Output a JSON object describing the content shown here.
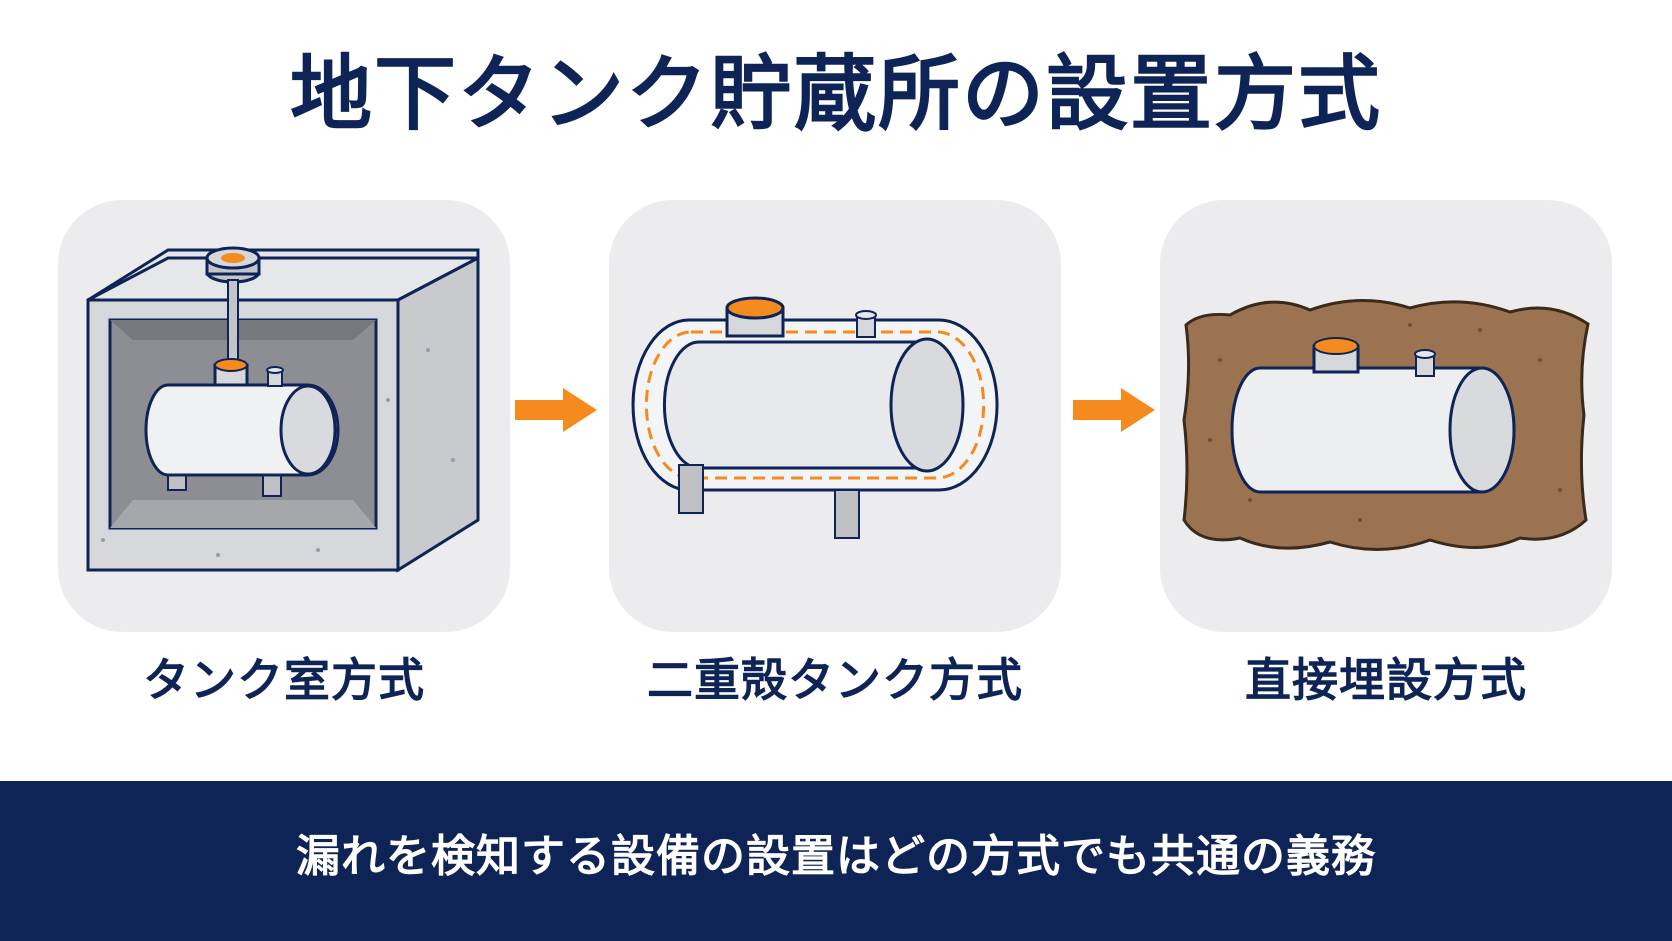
{
  "title": "地下タンク貯蔵所の設置方式",
  "methods": [
    {
      "label": "タンク室方式",
      "icon": "tank-in-concrete-room-icon"
    },
    {
      "label": "二重殻タンク方式",
      "icon": "double-shell-tank-icon"
    },
    {
      "label": "直接埋設方式",
      "icon": "tank-buried-in-soil-icon"
    }
  ],
  "arrow_icon": "right-arrow-icon",
  "footer": {
    "note": "漏れを検知する設備の設置はどの方式でも共通の義務"
  },
  "colors": {
    "navy": "#0f2456",
    "orange": "#f58a1f",
    "panel": "#ececef",
    "concrete": "#d9dadd",
    "soil": "#9b7350"
  }
}
